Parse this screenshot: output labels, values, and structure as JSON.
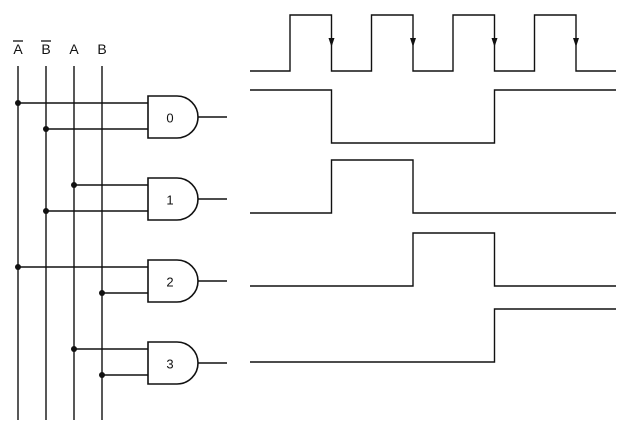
{
  "input_labels": [
    {
      "text": "A",
      "overbar": true
    },
    {
      "text": "B",
      "overbar": true
    },
    {
      "text": "A",
      "overbar": false
    },
    {
      "text": "B",
      "overbar": false
    }
  ],
  "gates": [
    {
      "label": "0",
      "inputs": [
        0,
        1
      ]
    },
    {
      "label": "1",
      "inputs": [
        2,
        1
      ]
    },
    {
      "label": "2",
      "inputs": [
        0,
        3
      ]
    },
    {
      "label": "3",
      "inputs": [
        2,
        3
      ]
    }
  ],
  "clock": {
    "cycles": 4,
    "arrow_on_falling_edge": true
  },
  "waveforms": [
    {
      "gate": "0",
      "high_cycles": [
        0,
        3
      ]
    },
    {
      "gate": "1",
      "high_cycles": [
        1
      ]
    },
    {
      "gate": "2",
      "high_cycles": [
        2
      ]
    },
    {
      "gate": "3",
      "high_cycles": [
        3
      ]
    }
  ]
}
